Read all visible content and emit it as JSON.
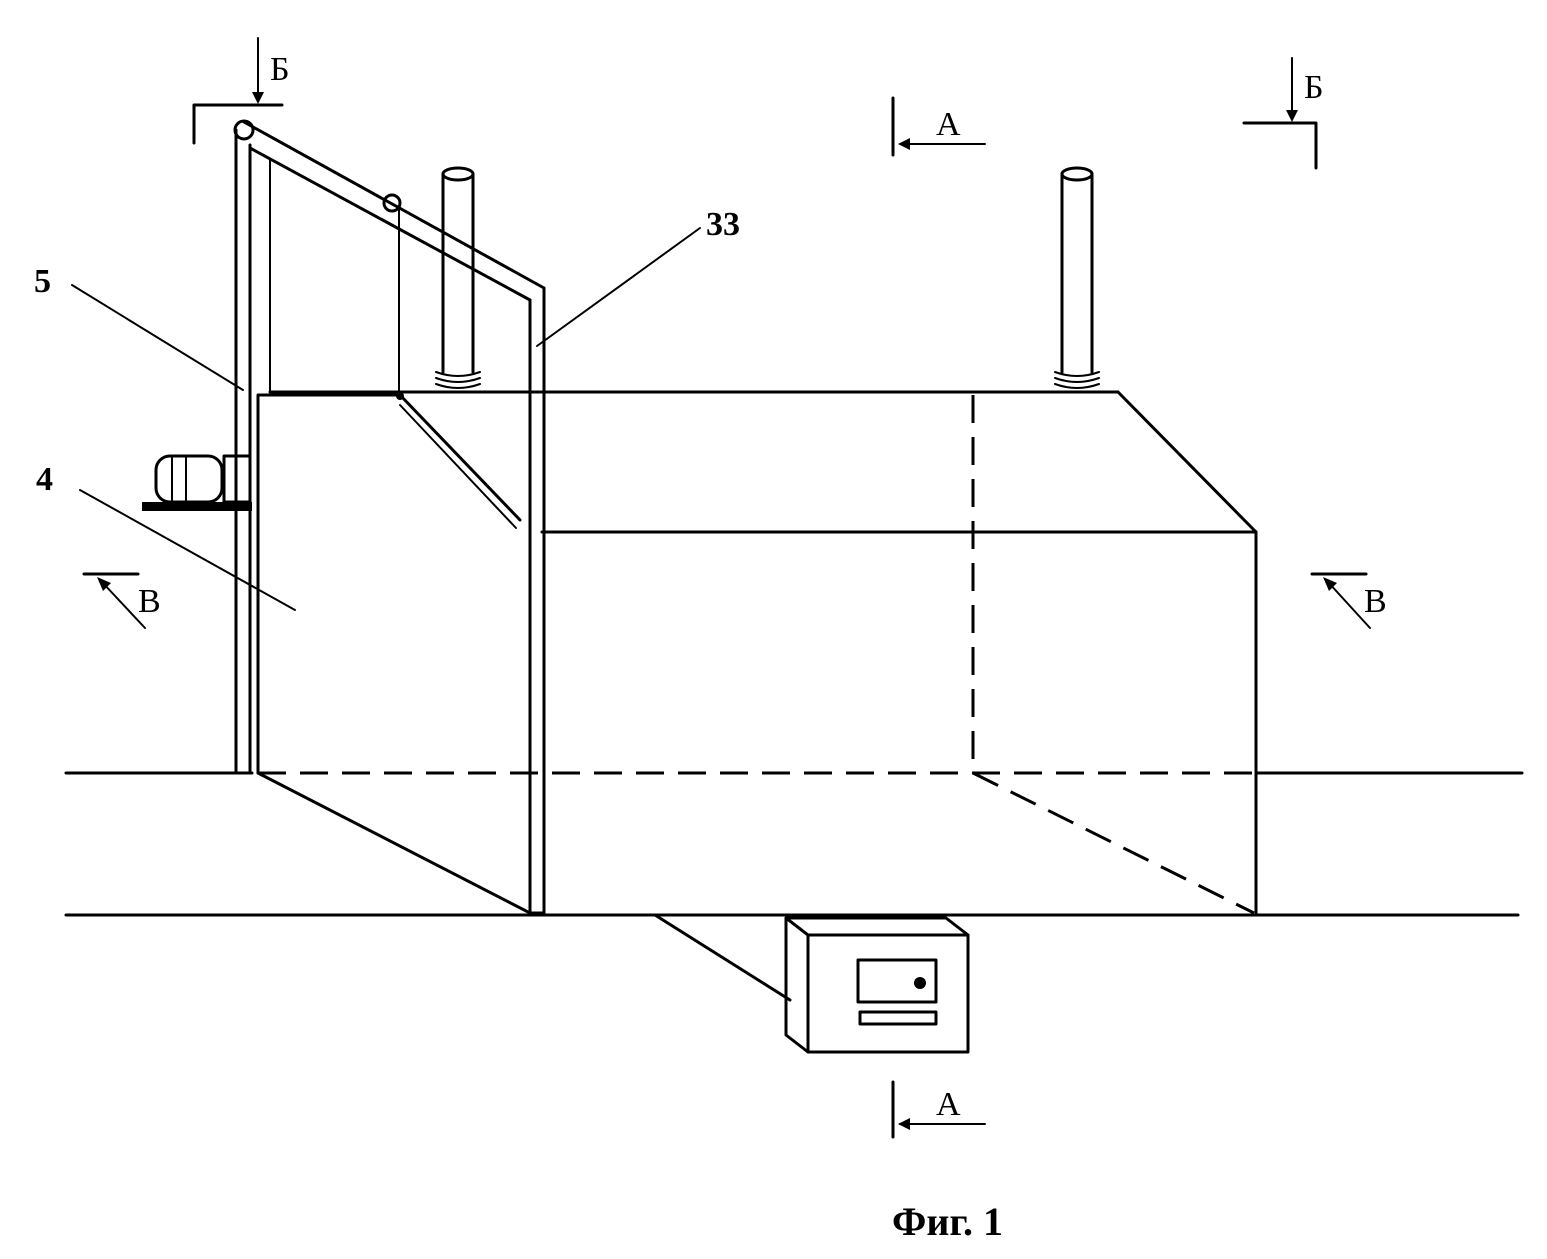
{
  "figure": {
    "caption": "Фиг. 1"
  },
  "reference_numerals": {
    "frame": "5",
    "tunnel_wall": "4",
    "rear_frame": "33"
  },
  "section_marks": {
    "b_left": "Б",
    "b_right": "Б",
    "a_top": "А",
    "a_bottom": "А",
    "v_left": "В",
    "v_right": "В"
  }
}
